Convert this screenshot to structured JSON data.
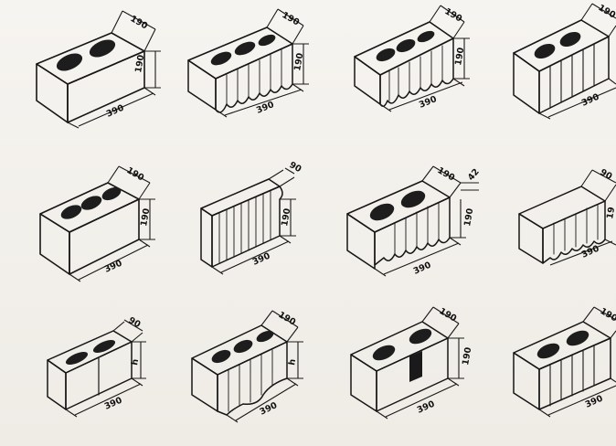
{
  "blocks": [
    {
      "name": "block-r1c1",
      "variant": "hollow-solid-face",
      "labels": {
        "top": "190",
        "side": "190",
        "len": "390"
      }
    },
    {
      "name": "block-r1c2",
      "variant": "fluted",
      "labels": {
        "top": "190",
        "side": "190",
        "len": "390"
      }
    },
    {
      "name": "block-r1c3",
      "variant": "fluted-split",
      "labels": {
        "top": "190",
        "side": "190",
        "len": "390"
      }
    },
    {
      "name": "block-r1c4",
      "variant": "ribbed",
      "labels": {
        "top": "190",
        "side": "",
        "len": "390"
      }
    },
    {
      "name": "block-r2c1",
      "variant": "hollow-solid-face",
      "labels": {
        "top": "190",
        "side": "190",
        "len": "390"
      }
    },
    {
      "name": "block-r2c2",
      "variant": "split-face-solid",
      "labels": {
        "top": "90",
        "side": "190",
        "len": "390"
      }
    },
    {
      "name": "block-r2c3",
      "variant": "fluted-corner",
      "labels": {
        "top": "190",
        "side": "190",
        "len": "390",
        "extra": "42"
      }
    },
    {
      "name": "block-r2c4",
      "variant": "scalloped",
      "labels": {
        "top": "90",
        "side": "19",
        "len": "390"
      }
    },
    {
      "name": "block-r3c1",
      "variant": "bond-beam",
      "labels": {
        "top": "90",
        "side": "h",
        "len": "390"
      }
    },
    {
      "name": "block-r3c2",
      "variant": "curved-fluted",
      "labels": {
        "top": "190",
        "side": "h",
        "len": "390"
      }
    },
    {
      "name": "block-r3c3",
      "variant": "notched",
      "labels": {
        "top": "190",
        "side": "190",
        "len": "390"
      }
    },
    {
      "name": "block-r3c4",
      "variant": "ribbed",
      "labels": {
        "top": "190",
        "side": "",
        "len": "390"
      }
    }
  ]
}
